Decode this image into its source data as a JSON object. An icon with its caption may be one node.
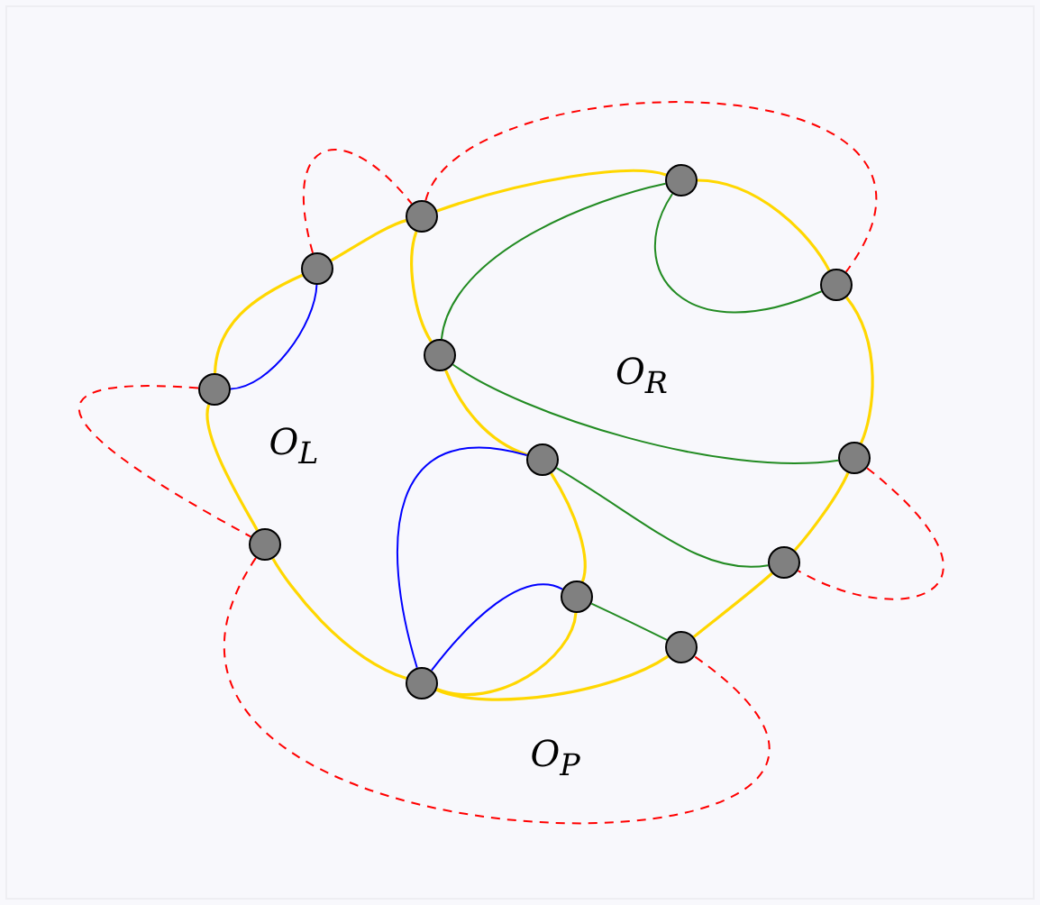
{
  "diagram": {
    "nodes": [
      {
        "text": [],
        "shape": "circle"
      },
      {
        "text": [],
        "shape": "circle"
      },
      {
        "text": [],
        "shape": "circle"
      },
      {
        "text": [],
        "shape": "circle"
      },
      {
        "text": [],
        "shape": "circle"
      },
      {
        "text": [],
        "shape": "circle"
      },
      {
        "text": [],
        "shape": "circle"
      },
      {
        "text": [],
        "shape": "circle"
      },
      {
        "text": [],
        "shape": "circle"
      },
      {
        "text": [],
        "shape": "circle"
      },
      {
        "text": [],
        "shape": "circle"
      },
      {
        "text": [],
        "shape": "circle"
      },
      {
        "text": [],
        "shape": "circle"
      }
    ],
    "edges": [
      {
        "from": 0,
        "to": 1,
        "arrow": "none"
      },
      {
        "from": 1,
        "to": 3,
        "arrow": "none"
      },
      {
        "from": 3,
        "to": 6,
        "arrow": "none"
      },
      {
        "from": 6,
        "to": 9,
        "arrow": "none"
      },
      {
        "from": 9,
        "to": 11,
        "arrow": "none"
      },
      {
        "from": 11,
        "to": 12,
        "arrow": "none"
      },
      {
        "from": 12,
        "to": 8,
        "arrow": "none"
      },
      {
        "from": 8,
        "to": 5,
        "arrow": "none"
      },
      {
        "from": 5,
        "to": 2,
        "arrow": "none"
      },
      {
        "from": 2,
        "to": 0,
        "arrow": "none"
      },
      {
        "from": 0,
        "to": 4,
        "arrow": "none"
      },
      {
        "from": 4,
        "to": 7,
        "arrow": "none"
      },
      {
        "from": 7,
        "to": 10,
        "arrow": "none"
      },
      {
        "from": 10,
        "to": 12,
        "arrow": "none"
      },
      {
        "from": 4,
        "to": 1,
        "arrow": "none",
        "color": "#228b22"
      },
      {
        "from": 1,
        "to": 3,
        "arrow": "none",
        "color": "#228b22"
      },
      {
        "from": 4,
        "to": 6,
        "arrow": "none",
        "color": "#228b22"
      },
      {
        "from": 7,
        "to": 9,
        "arrow": "none",
        "color": "#228b22"
      },
      {
        "from": 10,
        "to": 11,
        "arrow": "none",
        "color": "#228b22"
      },
      {
        "from": 5,
        "to": 2,
        "arrow": "none",
        "color": "#0000ff"
      },
      {
        "from": 12,
        "to": 7,
        "arrow": "none",
        "color": "#0000ff"
      },
      {
        "from": 12,
        "to": 10,
        "arrow": "none",
        "color": "#0000ff"
      },
      {
        "from": 2,
        "to": 0,
        "arrow": "none",
        "style": "dashed",
        "color": "#ff0000"
      },
      {
        "from": 0,
        "to": 3,
        "arrow": "none",
        "style": "dashed",
        "color": "#ff0000"
      },
      {
        "from": 5,
        "to": 8,
        "arrow": "none",
        "style": "dashed",
        "color": "#ff0000"
      },
      {
        "from": 6,
        "to": 9,
        "arrow": "none",
        "style": "dashed",
        "color": "#ff0000"
      },
      {
        "from": 8,
        "to": 11,
        "arrow": "none",
        "style": "dashed",
        "color": "#ff0000"
      }
    ],
    "labels": [
      "O$_{L}$",
      "O$_{R}$",
      "O$_{P}$"
    ]
  }
}
